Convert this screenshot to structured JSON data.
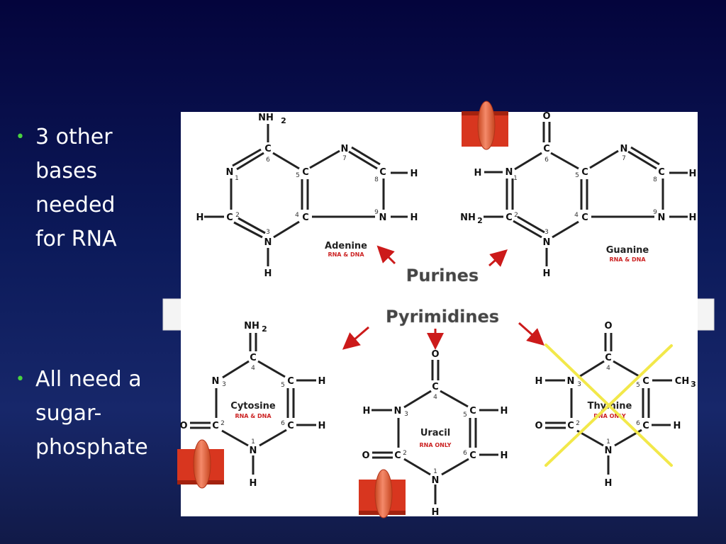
{
  "bullets": [
    "3 other\nbases\nneeded\nfor RNA",
    "All need a\nsugar-\nphosphate"
  ],
  "labels": {
    "purines": "Purines",
    "pyrimidines": "Pyrimidines"
  },
  "molecules": {
    "adenine": {
      "name": "Adenine",
      "note": "RNA & DNA"
    },
    "guanine": {
      "name": "Guanine",
      "note": "RNA & DNA"
    },
    "cytosine": {
      "name": "Cytosine",
      "note": "RNA & DNA"
    },
    "uracil": {
      "name": "Uracil",
      "note": "RNA ONLY"
    },
    "thymine": {
      "name": "Thymine",
      "note": "DNA ONLY"
    }
  },
  "atoms": {
    "C": "C",
    "N": "N",
    "H": "H",
    "O": "O",
    "NH": "NH",
    "CH": "CH",
    "sub2": "2",
    "sub3": "3",
    "n1": "1",
    "n2": "2",
    "n3": "3",
    "n4": "4",
    "n5": "5",
    "n6": "6",
    "n7": "7",
    "n8": "8",
    "n9": "9"
  },
  "colors": {
    "bullet": "#49d23f",
    "note": "#cc2222",
    "arrow": "#cc1a1a",
    "cross": "#f2e84a",
    "block": "#d8361f"
  }
}
